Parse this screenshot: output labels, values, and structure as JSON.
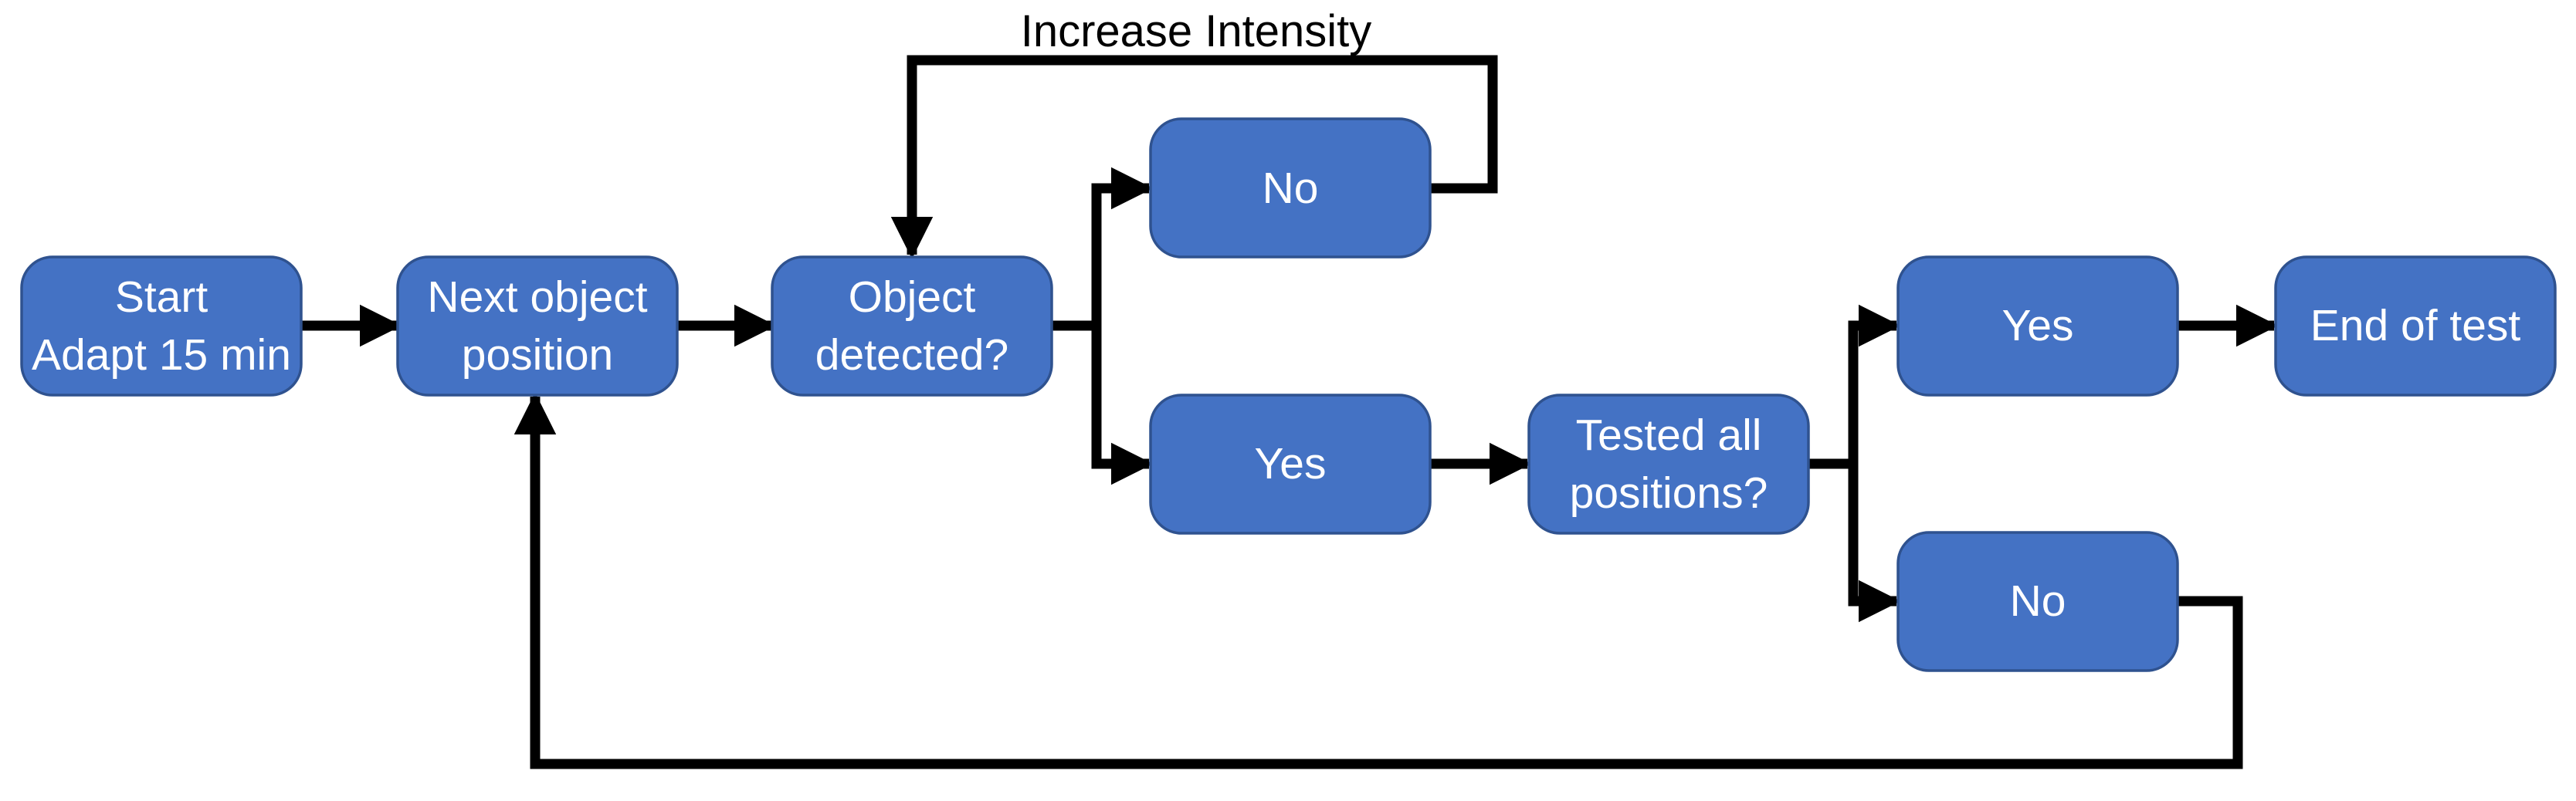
{
  "diagram": {
    "type": "flowchart",
    "background": "#FFFFFF",
    "colors": {
      "node_fill": "#4472C4",
      "node_border": "#2F528F",
      "node_text": "#FFFFFF",
      "connector": "#000000",
      "annotation_text": "#000000"
    },
    "nodes": [
      {
        "id": "start",
        "lines": [
          "Start",
          "Adapt 15 min"
        ]
      },
      {
        "id": "next-object-position",
        "lines": [
          "Next object",
          "position"
        ]
      },
      {
        "id": "object-detected",
        "lines": [
          "Object",
          "detected?"
        ]
      },
      {
        "id": "object-detected-no",
        "lines": [
          "No"
        ]
      },
      {
        "id": "object-detected-yes",
        "lines": [
          "Yes"
        ]
      },
      {
        "id": "tested-all-positions",
        "lines": [
          "Tested all",
          "positions?"
        ]
      },
      {
        "id": "tested-all-yes",
        "lines": [
          "Yes"
        ]
      },
      {
        "id": "end-of-test",
        "lines": [
          "End of test"
        ]
      },
      {
        "id": "tested-all-no",
        "lines": [
          "No"
        ]
      }
    ],
    "edges": [
      {
        "from": "start",
        "to": "next-object-position",
        "label": ""
      },
      {
        "from": "next-object-position",
        "to": "object-detected",
        "label": ""
      },
      {
        "from": "object-detected",
        "to": "object-detected-no",
        "label": ""
      },
      {
        "from": "object-detected",
        "to": "object-detected-yes",
        "label": ""
      },
      {
        "from": "object-detected-no",
        "to": "object-detected",
        "label": "Increase Intensity"
      },
      {
        "from": "object-detected-yes",
        "to": "tested-all-positions",
        "label": ""
      },
      {
        "from": "tested-all-positions",
        "to": "tested-all-yes",
        "label": ""
      },
      {
        "from": "tested-all-positions",
        "to": "tested-all-no",
        "label": ""
      },
      {
        "from": "tested-all-yes",
        "to": "end-of-test",
        "label": ""
      },
      {
        "from": "tested-all-no",
        "to": "next-object-position",
        "label": ""
      }
    ],
    "annotations": [
      {
        "id": "increase-intensity-label",
        "text": "Increase Intensity"
      }
    ]
  }
}
